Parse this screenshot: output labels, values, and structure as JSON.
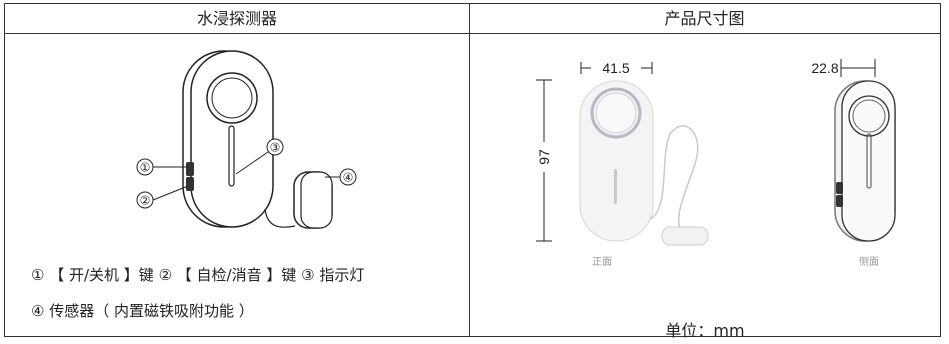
{
  "headers": {
    "left": "水浸探测器",
    "right": "产品尺寸图"
  },
  "callouts": [
    "①",
    "②",
    "③",
    "④"
  ],
  "legend": {
    "line1": "① 【 开/关机 】键   ② 【 自检/消音 】键   ③ 指示灯",
    "line2": "④ 传感器（ 内置磁铁吸附功能 ）"
  },
  "dimensions": {
    "width": "41.5",
    "height": "97",
    "depth": "22.8"
  },
  "captions": {
    "front": "正面",
    "side": "侧面"
  },
  "unit_label": "单位：mm"
}
